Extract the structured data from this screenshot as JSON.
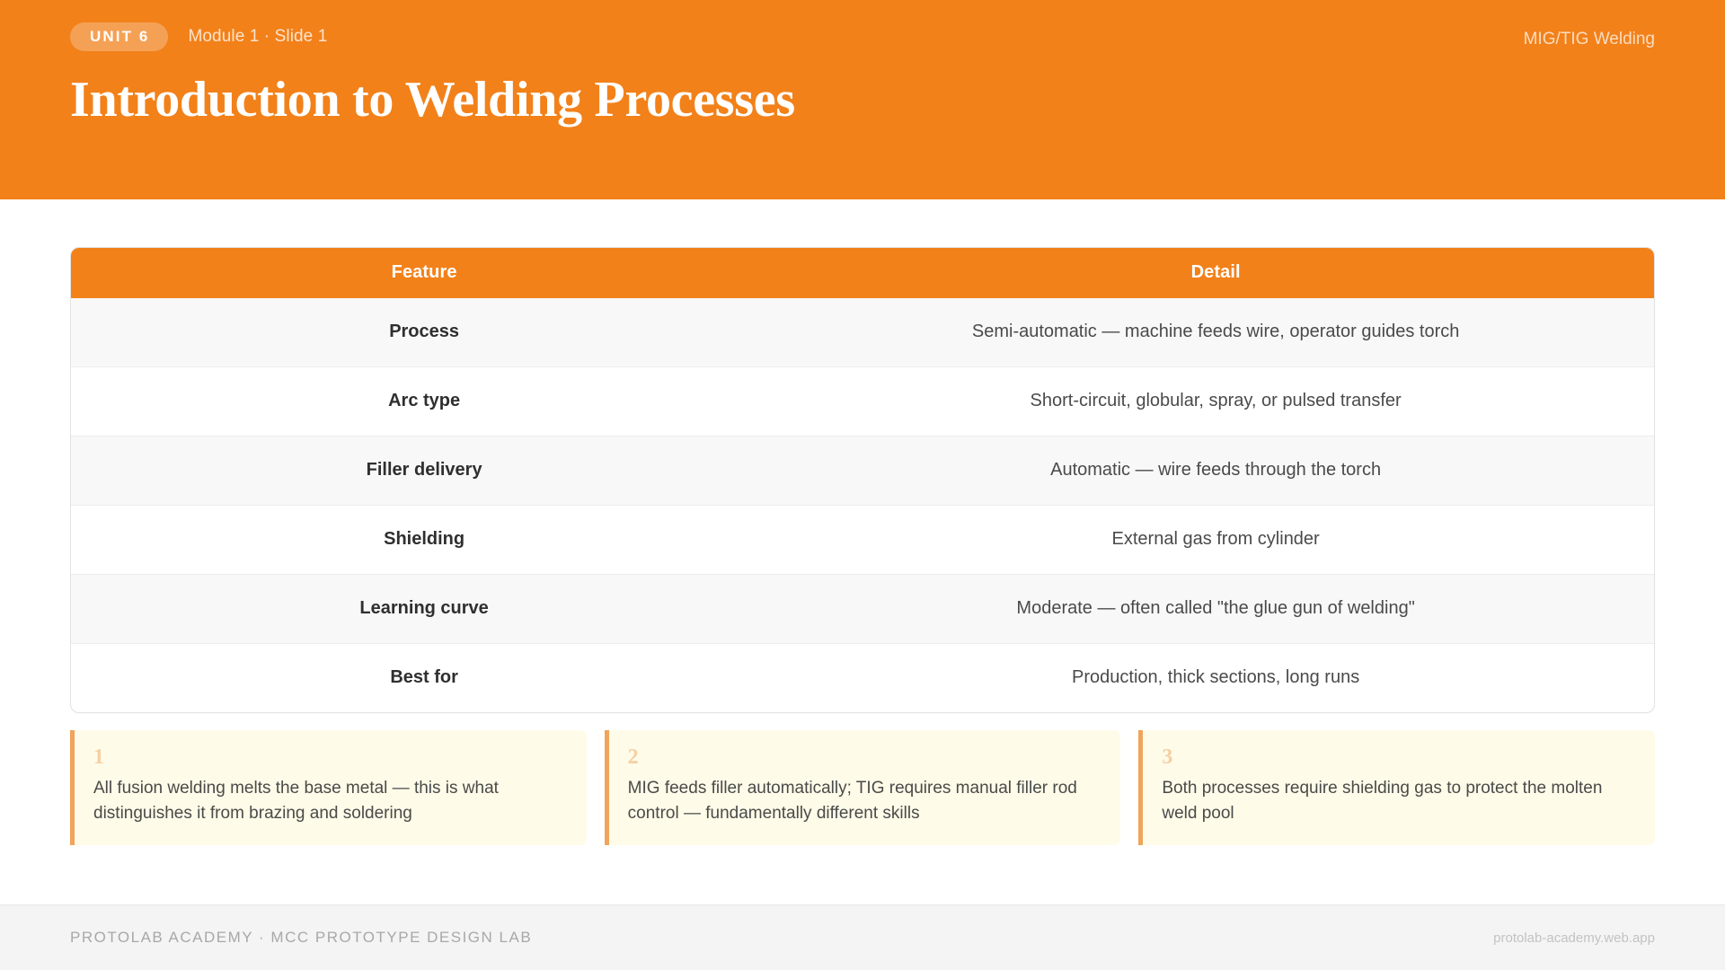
{
  "header": {
    "unit_badge": "UNIT 6",
    "module_slide": "Module 1 · Slide 1",
    "topic": "MIG/TIG Welding",
    "title": "Introduction to Welding Processes",
    "accent_color": "#f2811a"
  },
  "table": {
    "columns": [
      "Feature",
      "Detail"
    ],
    "rows": [
      {
        "feature": "Process",
        "detail": "Semi-automatic — machine feeds wire, operator guides torch"
      },
      {
        "feature": "Arc type",
        "detail": "Short-circuit, globular, spray, or pulsed transfer"
      },
      {
        "feature": "Filler delivery",
        "detail": "Automatic — wire feeds through the torch"
      },
      {
        "feature": "Shielding",
        "detail": "External gas from cylinder"
      },
      {
        "feature": "Learning curve",
        "detail": "Moderate — often called \"the glue gun of welding\""
      },
      {
        "feature": "Best for",
        "detail": "Production, thick sections, long runs"
      }
    ]
  },
  "callouts": [
    {
      "number": "1",
      "text": "All fusion welding melts the base metal — this is what distinguishes it from brazing and soldering"
    },
    {
      "number": "2",
      "text": "MIG feeds filler automatically; TIG requires manual filler rod control — fundamentally different skills"
    },
    {
      "number": "3",
      "text": "Both processes require shielding gas to protect the molten weld pool"
    }
  ],
  "footer": {
    "left": "PROTOLAB ACADEMY · MCC PROTOTYPE DESIGN LAB",
    "right": "protolab-academy.web.app"
  }
}
